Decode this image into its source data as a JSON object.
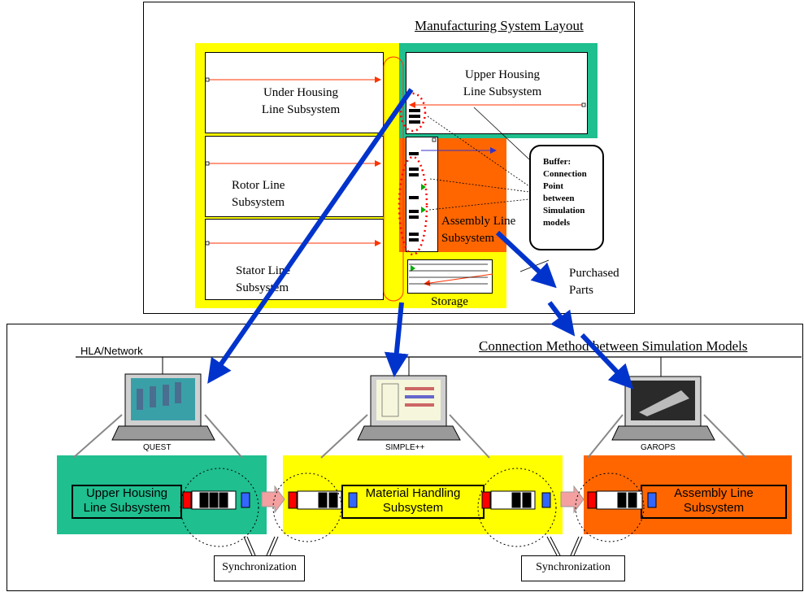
{
  "top": {
    "title": "Manufacturing System Layout",
    "under_housing": "Under Housing\nLine Subsystem",
    "rotor": "Rotor Line\nSubsystem",
    "stator": "Stator Line\nSubsystem",
    "upper_housing": "Upper Housing\nLine Subsystem",
    "assembly": "Assembly Line\nSubsystem",
    "storage": "Storage",
    "buffer_note": "Buffer:\nConnection\nPoint\nbetween\nSimulation\nmodels",
    "purchased": "Purchased\nParts"
  },
  "bottom": {
    "title": "Connection Method between Simulation Models",
    "network": "HLA/Network",
    "tools": [
      "QUEST",
      "SIMPLE++",
      "GAROPS"
    ],
    "sub_upper": "Upper Housing\nLine Subsystem",
    "sub_material": "Material Handling\nSubsystem",
    "sub_assembly": "Assembly Line\nSubsystem",
    "sync": [
      "Synchronization",
      "Synchronization"
    ]
  },
  "colors": {
    "yellow": "#ffff00",
    "teal": "#1fbf8f",
    "orange": "#ff6600",
    "blue_arrow": "#0033cc",
    "red_arrow": "#ff3300"
  }
}
